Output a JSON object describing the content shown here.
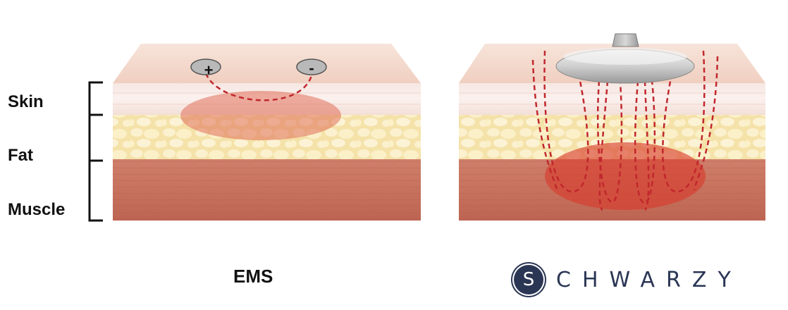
{
  "labels": {
    "skin": "Skin",
    "fat": "Fat",
    "muscle": "Muscle"
  },
  "electrodes": {
    "positive": "+",
    "negative": "-"
  },
  "caption": "EMS",
  "brand": {
    "first_letter": "S",
    "rest": "CHWARZY"
  },
  "colors": {
    "skin_top": "#f5dcd0",
    "skin_band": "#f7ebe6",
    "fat": "#f3e0a6",
    "muscle": "#c6705c",
    "field_line": "#c1272d",
    "brand": "#2b3654"
  }
}
